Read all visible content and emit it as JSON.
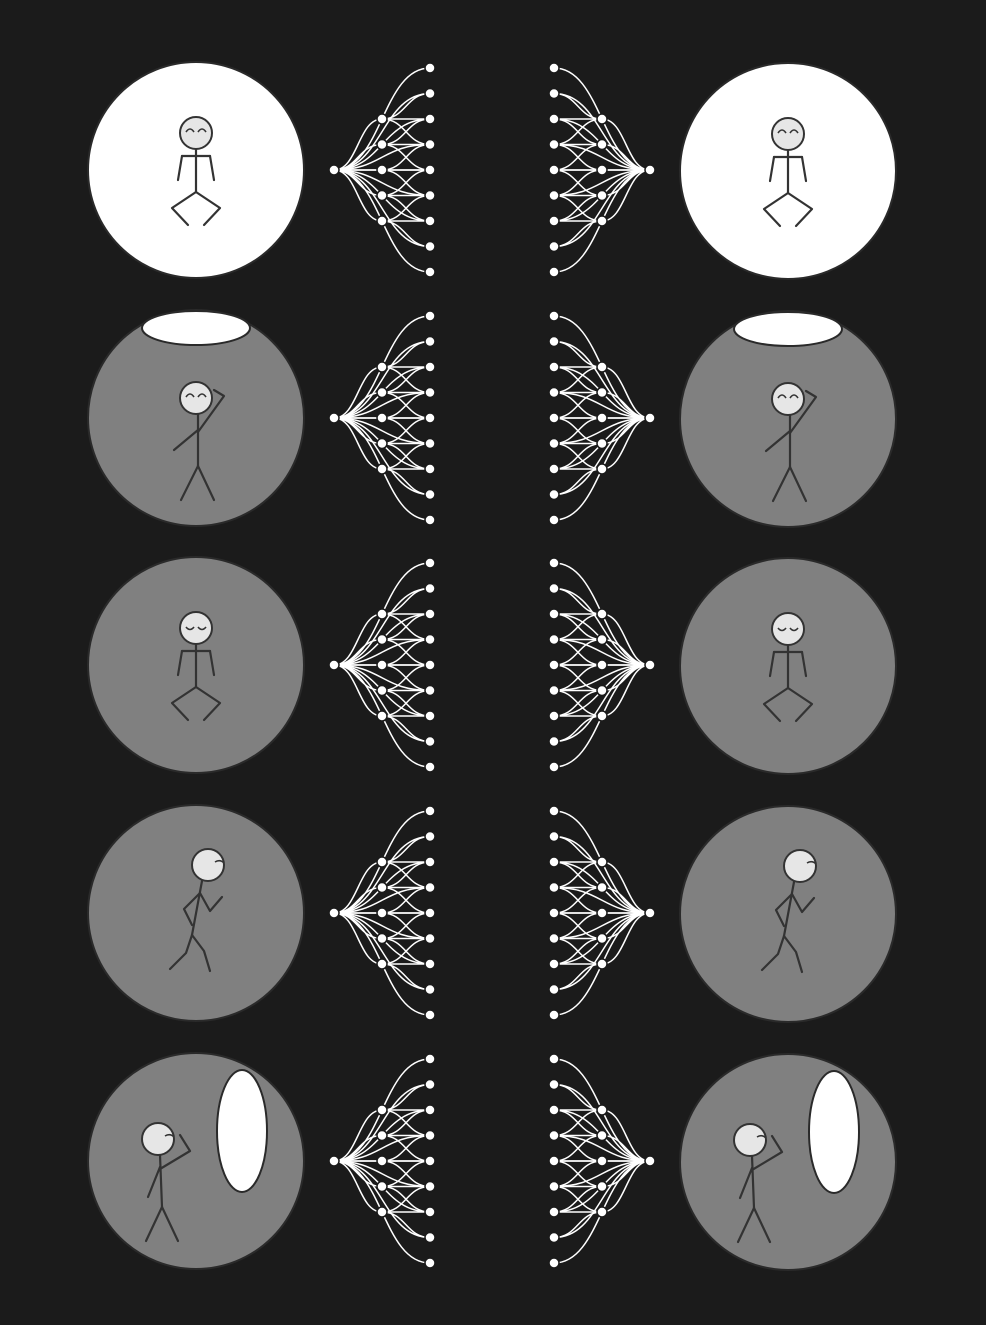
{
  "colors": {
    "background": "#1b1b1b",
    "bright_scene": "#ffffff",
    "dim_scene": "#808080",
    "outline": "#2a2a2a",
    "figure_fill": "#e6e6e6",
    "figure_line": "#333333",
    "network": "#ffffff",
    "light_patch": "#ffffff"
  },
  "rows": [
    {
      "scene": "bright",
      "pose": "sitting",
      "eyes": "smiling",
      "light": "none"
    },
    {
      "scene": "dim",
      "pose": "hand-on-head",
      "eyes": "smiling",
      "light": "overhead"
    },
    {
      "scene": "dim",
      "pose": "sitting",
      "eyes": "sleeping",
      "light": "none"
    },
    {
      "scene": "dim",
      "pose": "walking",
      "eyes": "side",
      "light": "none"
    },
    {
      "scene": "dim",
      "pose": "looking-at-light",
      "eyes": "side",
      "light": "side"
    }
  ],
  "network": {
    "single_nodes": 1,
    "middle_nodes": 5,
    "outer_nodes": 9
  }
}
